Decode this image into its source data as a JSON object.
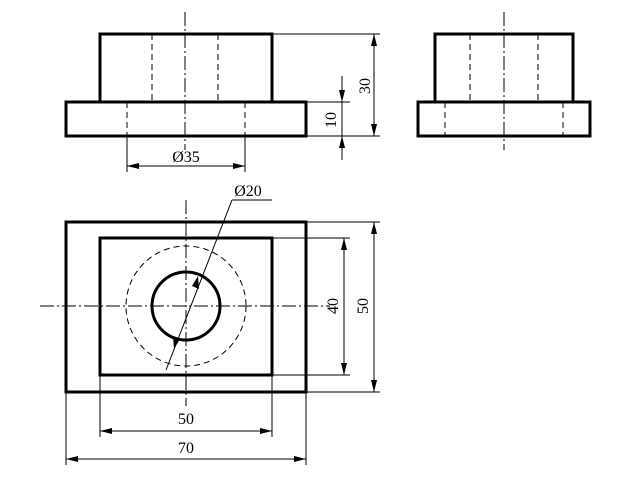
{
  "drawing": {
    "front_view": {
      "dia_bore": "Ø35",
      "height_total": "30",
      "height_base": "10"
    },
    "top_view": {
      "dia_hole": "Ø20",
      "inner_width": "50",
      "outer_width": "70",
      "inner_height": "40",
      "outer_height": "50"
    }
  }
}
